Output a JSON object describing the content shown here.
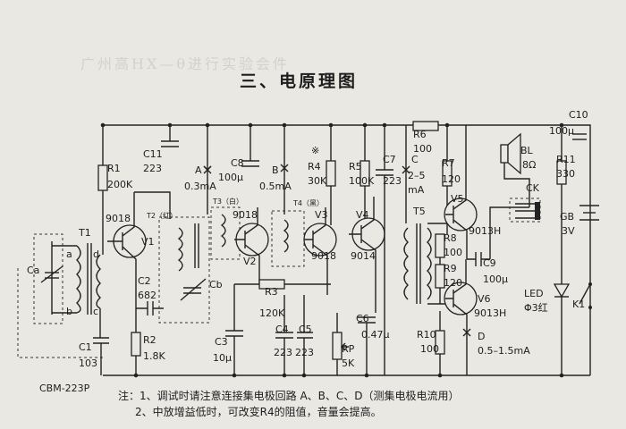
{
  "ghost_heading": "广州高HX—θ进行实验会件",
  "title": "三、电原理图",
  "notes": [
    "注：1、调试时请注意连接集电极回路 A、B、C、D（测集电极电流用）",
    "2、中放增益低时，可改变R4的阻值，音量会提高。"
  ],
  "labels": {
    "r1": "R1",
    "r1_val": "200K",
    "c11": "C11",
    "c11_val": "223",
    "t1": "T1",
    "t1_a": "a",
    "t1_b": "b",
    "t1_c": "c",
    "t1_d": "d",
    "ca": "Ca",
    "v1_type": "9018",
    "v1": "V1",
    "t2": "T2（红）",
    "c2": "C2",
    "c2_val": "682",
    "cb": "Cb",
    "c1": "C1",
    "c1_val": "103",
    "r2": "R2",
    "r2_val": "1.8K",
    "cbm": "CBM-223P",
    "a_point": "A",
    "a_cur": "0.3mA",
    "t3": "T3（白）",
    "v2_type": "9018",
    "v2": "V2",
    "c8": "C8",
    "c8_val": "100μ",
    "b_point": "B",
    "b_cur": "0.5mA",
    "t4": "T4（黑）",
    "v3": "V3",
    "v3_type": "9018",
    "r3": "R3",
    "r3_val": "120K",
    "c3": "C3",
    "c3_val": "10μ",
    "c4": "C4",
    "c4_val": "223",
    "c5": "C5",
    "c5_val": "223",
    "r4_mark": "※",
    "r4": "R4",
    "r4_val": "30K",
    "r5": "R5",
    "r5_val": "100K",
    "c7": "C7",
    "c7_val": "223",
    "c_point": "C",
    "c_cur1": "2–5",
    "c_cur2": "mA",
    "v4": "V4",
    "v4_type": "9014",
    "t5": "T5",
    "c6": "C6",
    "c6_val": "0.47μ",
    "rp": "RP",
    "rp_val": "5K",
    "r6": "R6",
    "r6_val": "100",
    "r7": "R7",
    "r7_val": "120",
    "v5": "V5",
    "v5_type": "9013H",
    "r8": "R8",
    "r8_val": "100",
    "r9": "R9",
    "r9_val": "120",
    "c9": "C9",
    "c9_val": "100μ",
    "v6": "V6",
    "v6_type": "9013H",
    "r10": "R10",
    "r10_val": "100",
    "d_point": "D",
    "d_cur": "0.5–1.5mA",
    "c10": "C10",
    "c10_val": "100μ",
    "bl": "BL",
    "bl_val": "8Ω",
    "ck": "CK",
    "r11": "R11",
    "r11_val": "330",
    "gb": "GB",
    "gb_val": "3V",
    "led": "LED",
    "led_val": "Φ3红",
    "k1": "K1"
  }
}
